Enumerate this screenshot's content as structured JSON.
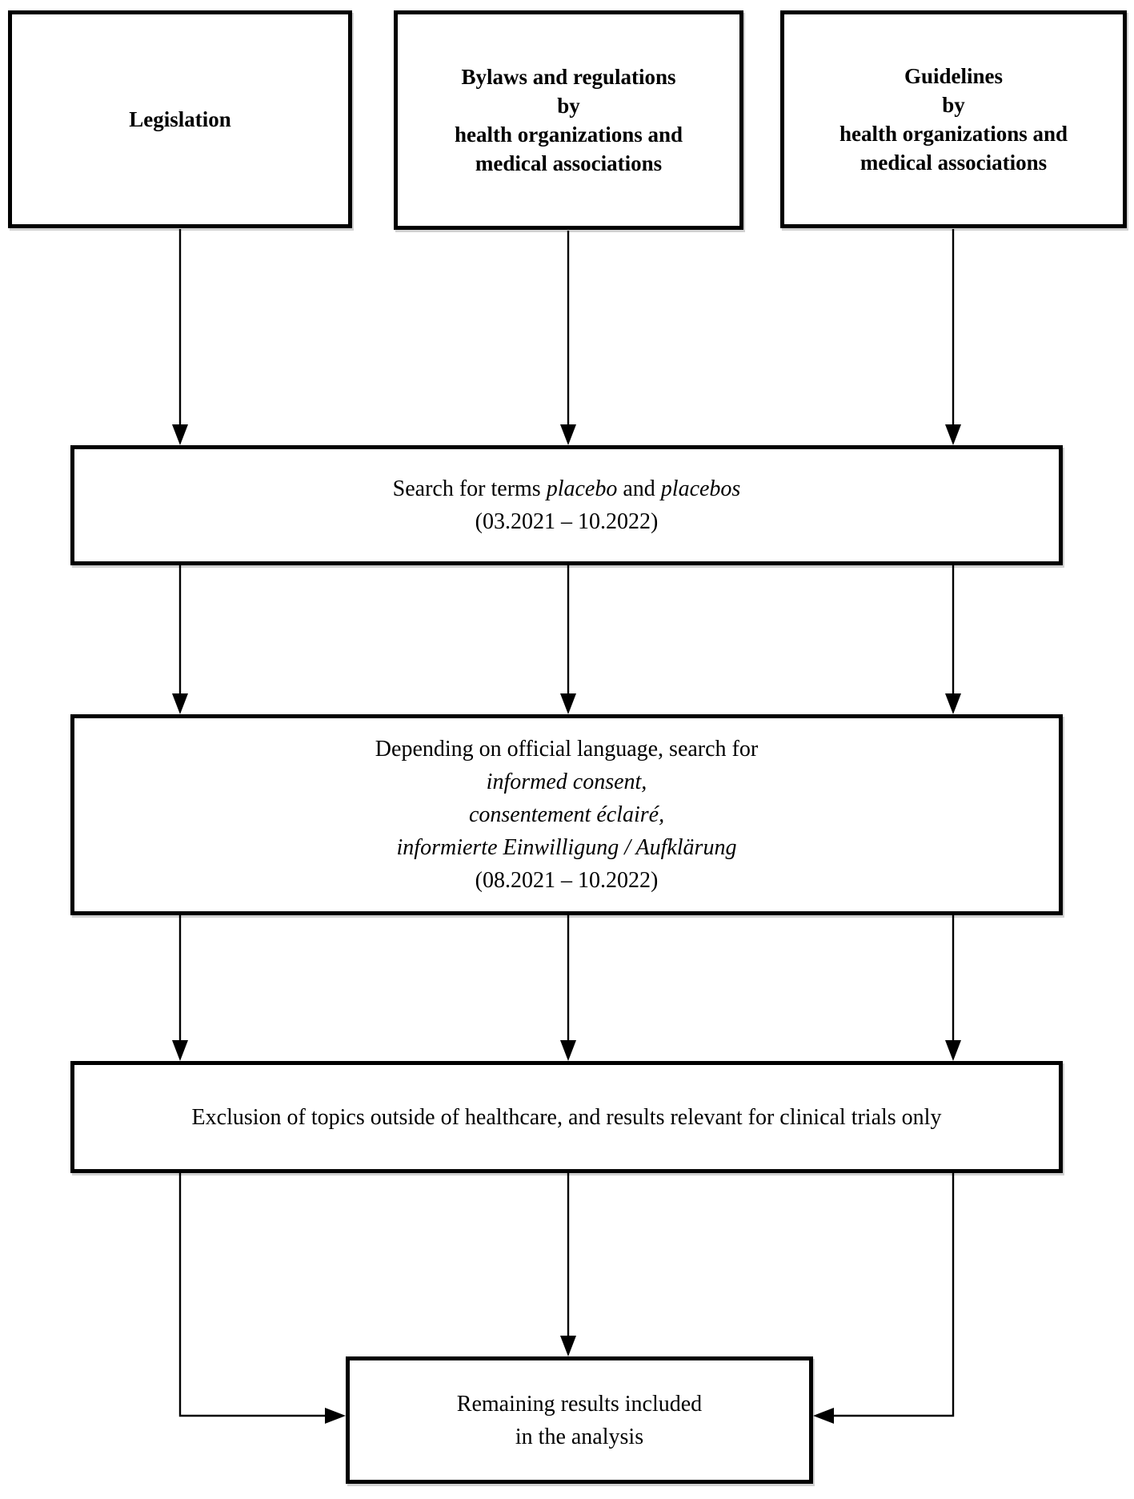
{
  "figure": {
    "type": "flowchart",
    "background_color": "#ffffff",
    "line_color": "#000000",
    "text_color": "#000000"
  },
  "boxes": {
    "legislation": {
      "lines": [
        "Legislation"
      ]
    },
    "bylaws": {
      "lines": [
        "Bylaws and regulations",
        "by",
        "health organizations and",
        "medical associations"
      ]
    },
    "guidelines": {
      "lines": [
        "Guidelines",
        "by",
        "health organizations and",
        "medical associations"
      ]
    },
    "search": {
      "line1_prefix": "Search for terms ",
      "term1": "placebo",
      "line1_conjunction": " and ",
      "term2": "placebos",
      "line2": "(03.2021 – 10.2022)"
    },
    "language": {
      "line1": "Depending on official language, search for",
      "line2": "informed consent,",
      "line3": "consentement éclairé,",
      "line4": "informierte Einwilligung / Aufklärung",
      "line5": "(08.2021 – 10.2022)"
    },
    "exclusion": {
      "line1": "Exclusion of topics outside of healthcare, and results relevant for clinical trials only"
    },
    "remaining": {
      "line1": "Remaining results included",
      "line2": "in the analysis"
    }
  },
  "edges": [
    {
      "from": "legislation",
      "to": "search",
      "style": "straight-down-arrow"
    },
    {
      "from": "bylaws",
      "to": "search",
      "style": "straight-down-arrow"
    },
    {
      "from": "guidelines",
      "to": "search",
      "style": "straight-down-arrow"
    },
    {
      "from": "search",
      "to": "language",
      "style": "three-parallel-down-arrows"
    },
    {
      "from": "language",
      "to": "exclusion",
      "style": "three-parallel-down-arrows"
    },
    {
      "from": "exclusion",
      "to": "remaining",
      "style": "center-down-arrow-plus-left-and-right-elbow-arrows"
    }
  ]
}
